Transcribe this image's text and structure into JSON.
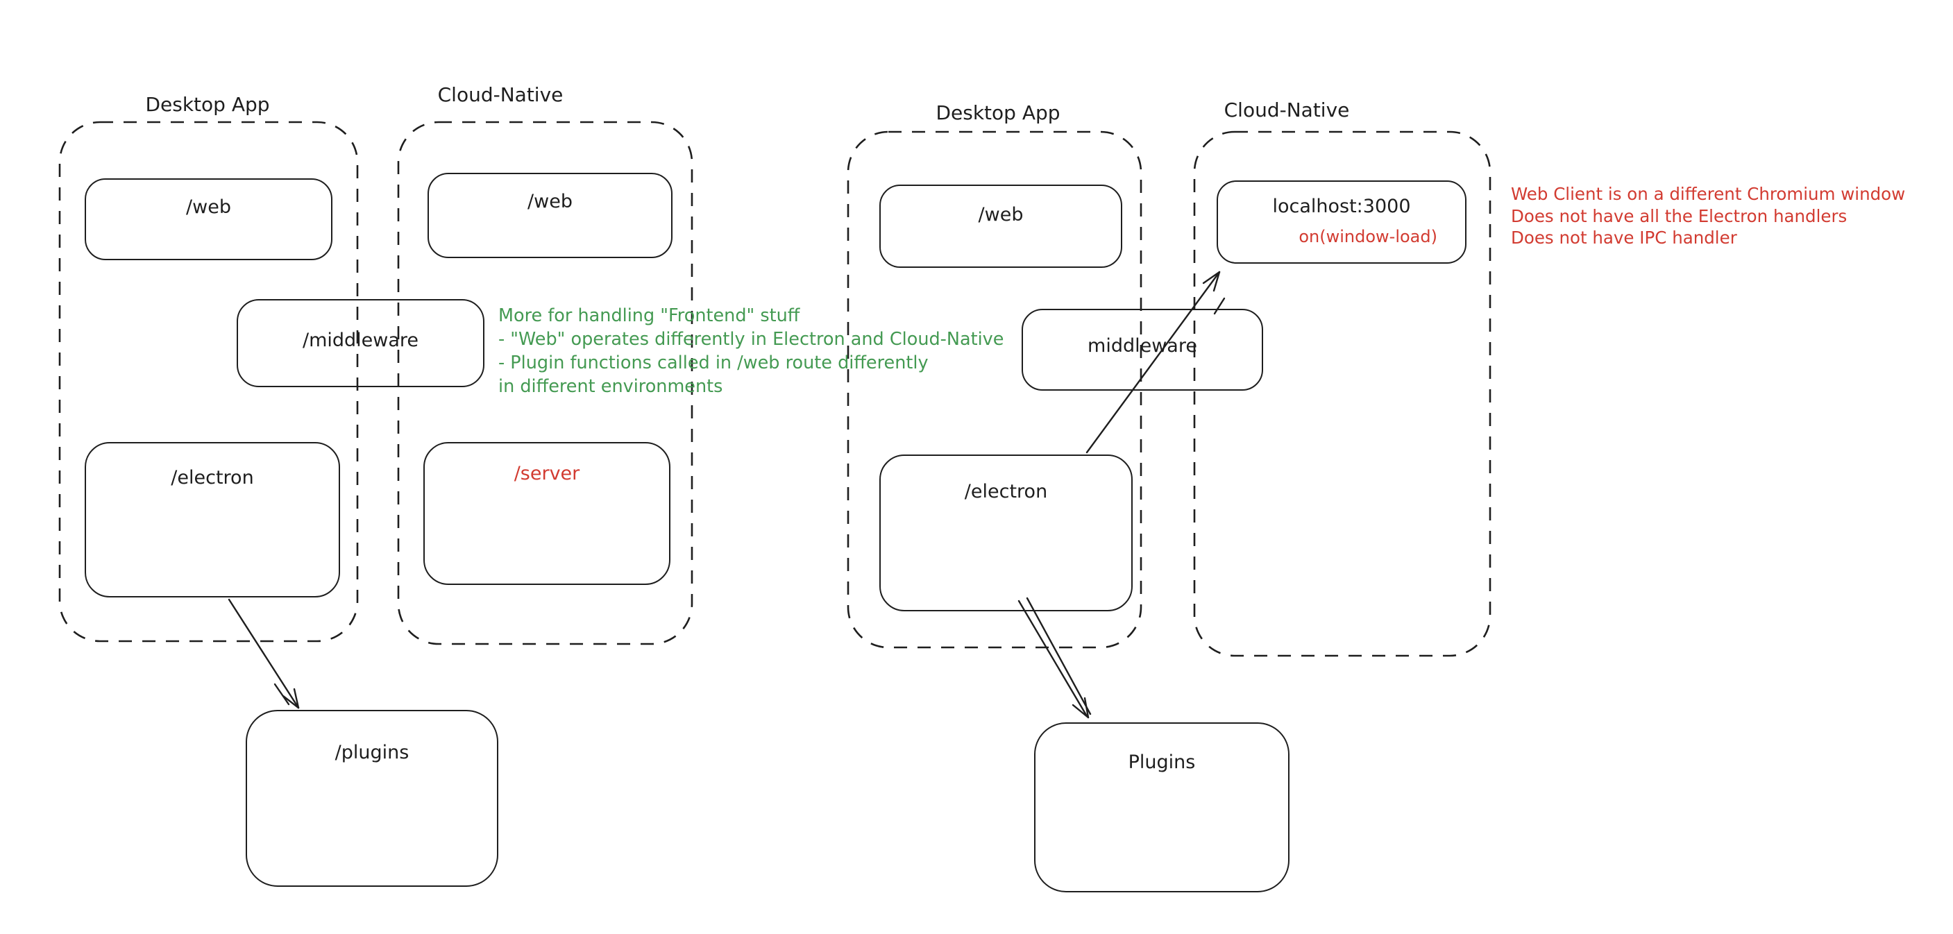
{
  "left_diagram": {
    "desktop_app": {
      "label": "Desktop App",
      "web_box": "/web",
      "electron_box": "/electron"
    },
    "cloud_native": {
      "label": "Cloud-Native",
      "web_box": "/web",
      "server_box": "/server"
    },
    "middleware_box": "/middleware",
    "plugins_box": "/plugins"
  },
  "right_diagram": {
    "desktop_app": {
      "label": "Desktop App",
      "web_box": "/web",
      "electron_box": "/electron"
    },
    "cloud_native": {
      "label": "Cloud-Native",
      "localhost_box": "localhost:3000",
      "window_load_event": "on(window-load)"
    },
    "middleware_box": "middleware",
    "plugins_box": "Plugins"
  },
  "notes": {
    "frontend": {
      "color": "#449a52",
      "lines": [
        "More for handling \"Frontend\" stuff",
        "- \"Web\" operates differently in Electron and Cloud-Native",
        "- Plugin functions called in /web route differently",
        "in different environments"
      ]
    },
    "web_client": {
      "color": "#d23b31",
      "lines": [
        "Web Client is on a different Chromium window",
        "Does not have all the Electron handlers",
        "Does not have IPC handler"
      ]
    }
  },
  "colors": {
    "ink": "#1e1e1e",
    "background": "#ffffff",
    "accent_green": "#449a52",
    "accent_red": "#d23b31"
  }
}
